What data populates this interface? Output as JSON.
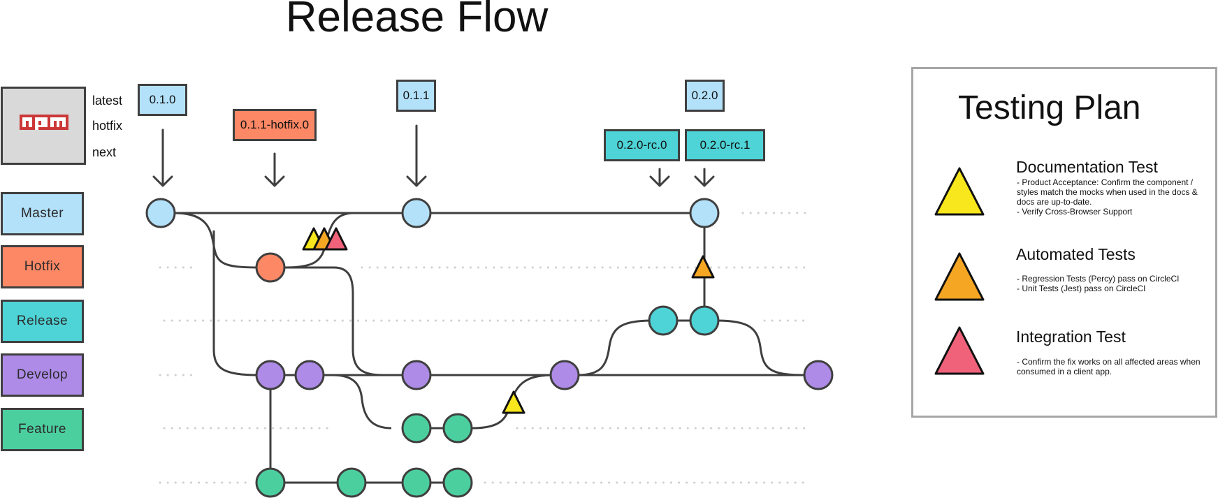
{
  "title": "Release Flow",
  "branches": [
    "Master",
    "Hotfix",
    "Release",
    "Develop",
    "Feature"
  ],
  "colors": {
    "master": "#b3e1fa",
    "hotfix": "#fc8865",
    "release": "#4ed3d6",
    "develop": "#ad8be6",
    "feature": "#4ccf9f",
    "npm": "#d9d9d9",
    "doc_test": "#f8e71c",
    "auto_test": "#f5a623",
    "integration_test": "#f0627a",
    "stroke": "#3f3f3f"
  },
  "npm": {
    "logo": "npm",
    "tags": [
      "latest",
      "hotfix",
      "next"
    ]
  },
  "versions": [
    {
      "label": "0.1.0",
      "branch": "master"
    },
    {
      "label": "0.1.1-hotfix.0",
      "branch": "hotfix"
    },
    {
      "label": "0.1.1",
      "branch": "master"
    },
    {
      "label": "0.2.0",
      "branch": "master"
    },
    {
      "label": "0.2.0-rc.0",
      "branch": "release"
    },
    {
      "label": "0.2.0-rc.1",
      "branch": "release"
    }
  ],
  "legend": {
    "title": "Testing Plan",
    "items": [
      {
        "name": "Documentation Test",
        "color": "#f8e71c",
        "lines": [
          "- Product Acceptance: Confirm the component /",
          "styles match the mocks when used in the docs &",
          "docs are up-to-date.",
          "- Verify Cross-Browser Support"
        ]
      },
      {
        "name": "Automated Tests",
        "color": "#f5a623",
        "lines": [
          "- Regression Tests (Percy) pass on CircleCI",
          "- Unit Tests (Jest) pass on CircleCI"
        ]
      },
      {
        "name": "Integration Test",
        "color": "#f0627a",
        "lines": [
          "- Confirm the fix works on all affected areas when",
          "consumed in a client app."
        ]
      }
    ]
  }
}
